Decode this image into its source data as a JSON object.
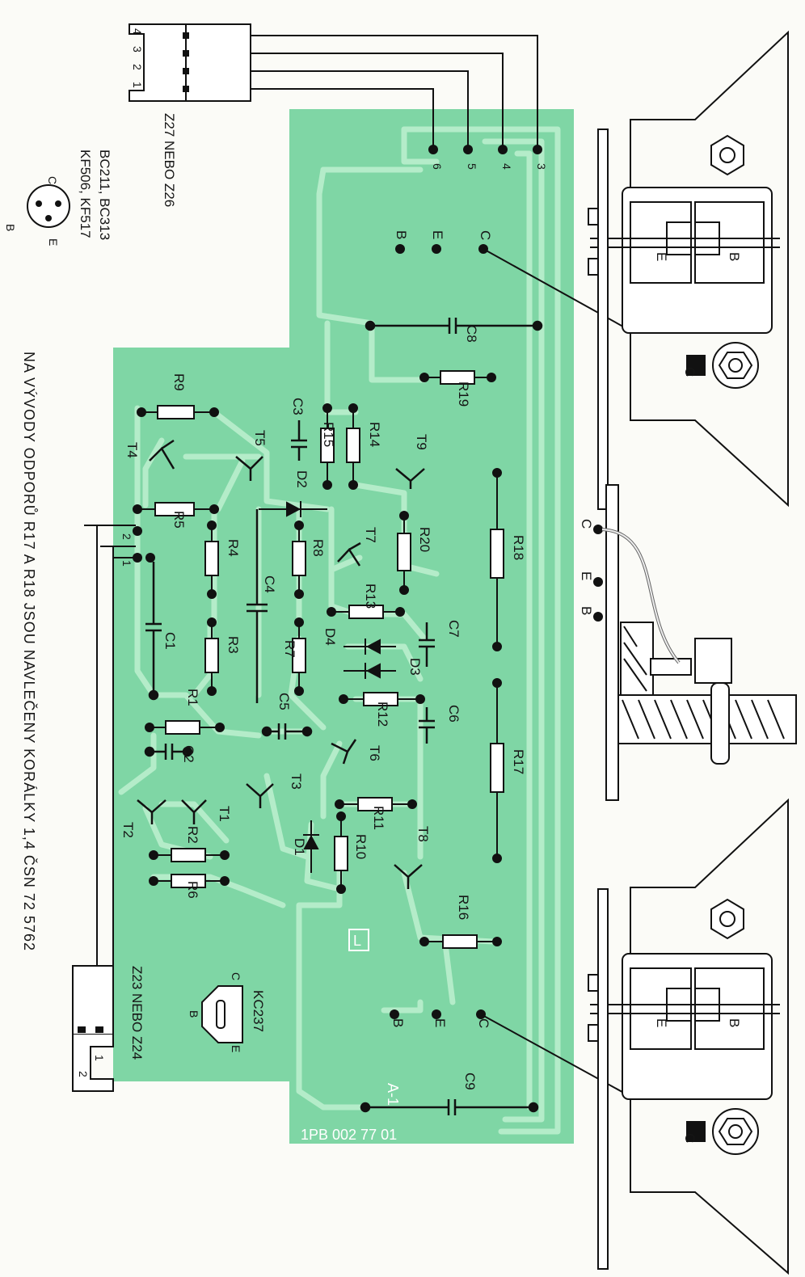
{
  "colors": {
    "board": "#7fd6a5",
    "trace": "#b4ecc9",
    "ink": "#151515",
    "paper": "#fbfbf7"
  },
  "connectors": {
    "top": {
      "name": "Z27 NEBO Z26",
      "pins": [
        "4",
        "3",
        "2",
        "1"
      ]
    },
    "bottom": {
      "name": "Z23 NEBO Z24",
      "pins": [
        "1",
        "2"
      ]
    }
  },
  "transistor_types": {
    "small": {
      "line1": "BC211, BC313",
      "line2": "KF506, KF517",
      "pins": [
        "C",
        "E",
        "B"
      ]
    },
    "kc237": {
      "name": "KC237",
      "pins": [
        "C",
        "E",
        "B"
      ]
    }
  },
  "note": "NA VÝVODY ODPORŮ R17 A R18 JSOU NAVLEČENY KORÁLKY 1,4 ČSN 72 5762",
  "board": {
    "code": "1PB 002 77   01",
    "module": "A-1",
    "corner_mark": "L",
    "pads": [
      "3",
      "4",
      "5",
      "6",
      "1",
      "2"
    ],
    "power_pins_top": [
      "B",
      "E",
      "C"
    ],
    "power_pins_bottom": [
      "B",
      "E",
      "C"
    ]
  },
  "components": {
    "resistors": [
      "R1",
      "R2",
      "R3",
      "R4",
      "R5",
      "R6",
      "R7",
      "R8",
      "R9",
      "R10",
      "R11",
      "R12",
      "R13",
      "R14",
      "R15",
      "R16",
      "R17",
      "R18",
      "R19",
      "R20"
    ],
    "capacitors": [
      "C1",
      "C2",
      "C3",
      "C4",
      "C5",
      "C6",
      "C7",
      "C8",
      "C9"
    ],
    "diodes": [
      "D1",
      "D2",
      "D3",
      "D4"
    ],
    "transistors": [
      "T1",
      "T2",
      "T3",
      "T4",
      "T5",
      "T6",
      "T7",
      "T8",
      "T9"
    ]
  },
  "power_transistor_views": {
    "top": {
      "labels": [
        "E",
        "B",
        "C"
      ]
    },
    "middle": {
      "labels": [
        "C",
        "E",
        "B"
      ]
    },
    "bottom": {
      "labels": [
        "E",
        "B",
        "C"
      ]
    }
  }
}
